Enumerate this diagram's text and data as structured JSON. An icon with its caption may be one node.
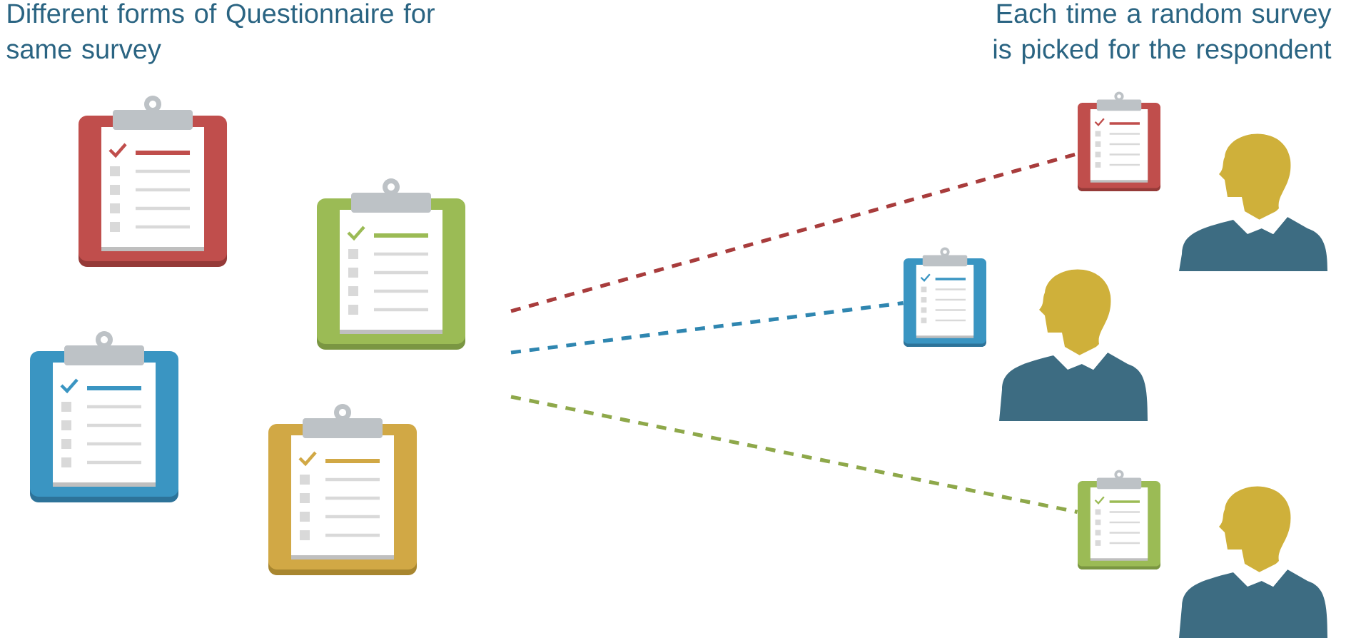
{
  "diagram": {
    "nodes": [
      {
        "text": [],
        "shape": "clipboard"
      },
      {
        "text": [],
        "shape": "clipboard"
      },
      {
        "text": [],
        "shape": "clipboard"
      },
      {
        "text": [],
        "shape": "clipboard"
      },
      {
        "text": [],
        "shape": "clipboard"
      },
      {
        "text": [],
        "shape": "clipboard"
      },
      {
        "text": [],
        "shape": "clipboard"
      },
      {
        "text": [],
        "shape": "person"
      },
      {
        "text": [],
        "shape": "person"
      },
      {
        "text": [],
        "shape": "person"
      }
    ],
    "edges": [
      {
        "from": null,
        "to": 4,
        "arrow": "none",
        "style": "dashed",
        "color": "#a83c3c"
      },
      {
        "from": null,
        "to": 5,
        "arrow": "none",
        "style": "dashed",
        "color": "#2f86b0"
      },
      {
        "from": null,
        "to": 6,
        "arrow": "none",
        "style": "dashed",
        "color": "#8ea84a"
      }
    ],
    "labels": [
      "Different forms of Questionnaire for same survey",
      "Each time a random survey is picked for the respondent"
    ]
  }
}
